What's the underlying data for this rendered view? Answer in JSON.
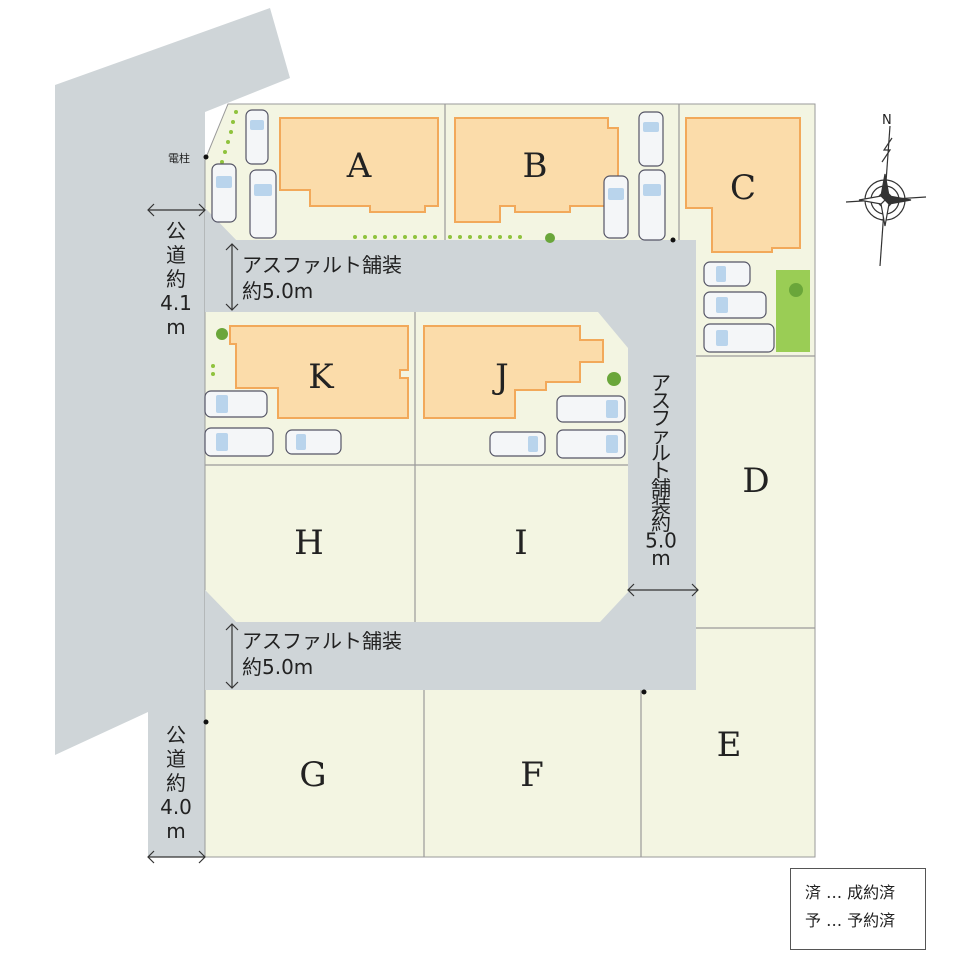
{
  "lots": {
    "A": "A",
    "B": "B",
    "C": "C",
    "D": "D",
    "E": "E",
    "F": "F",
    "G": "G",
    "H": "H",
    "I": "I",
    "J": "J",
    "K": "K"
  },
  "roads": {
    "internal_top_line1": "アスファルト舗装",
    "internal_top_line2": "約5.0m",
    "internal_bottom_line1": "アスファルト舗装",
    "internal_bottom_line2": "約5.0m",
    "internal_right_chars": [
      "ア",
      "ス",
      "フ",
      "ァ",
      "ル",
      "ト",
      "舗",
      "装",
      "約",
      "5.0",
      "m"
    ],
    "public_top_chars": [
      "公",
      "道",
      "約",
      "4.1",
      "m"
    ],
    "public_bottom_chars": [
      "公",
      "道",
      "約",
      "4.0",
      "m"
    ]
  },
  "pole_label": "電柱",
  "compass_label": "N",
  "legend": {
    "row1": "済 … 成約済",
    "row2": "予 … 予約済"
  },
  "colors": {
    "lot_fill": "#f3f5e2",
    "lot_border": "#9a9a9a",
    "road": "#cfd5d8",
    "house_fill": "#fbdcaa",
    "house_border": "#f2a95a",
    "green": "#9acd55",
    "car_fill": "#f4f6f8",
    "car_glass": "#b9d4ec"
  }
}
